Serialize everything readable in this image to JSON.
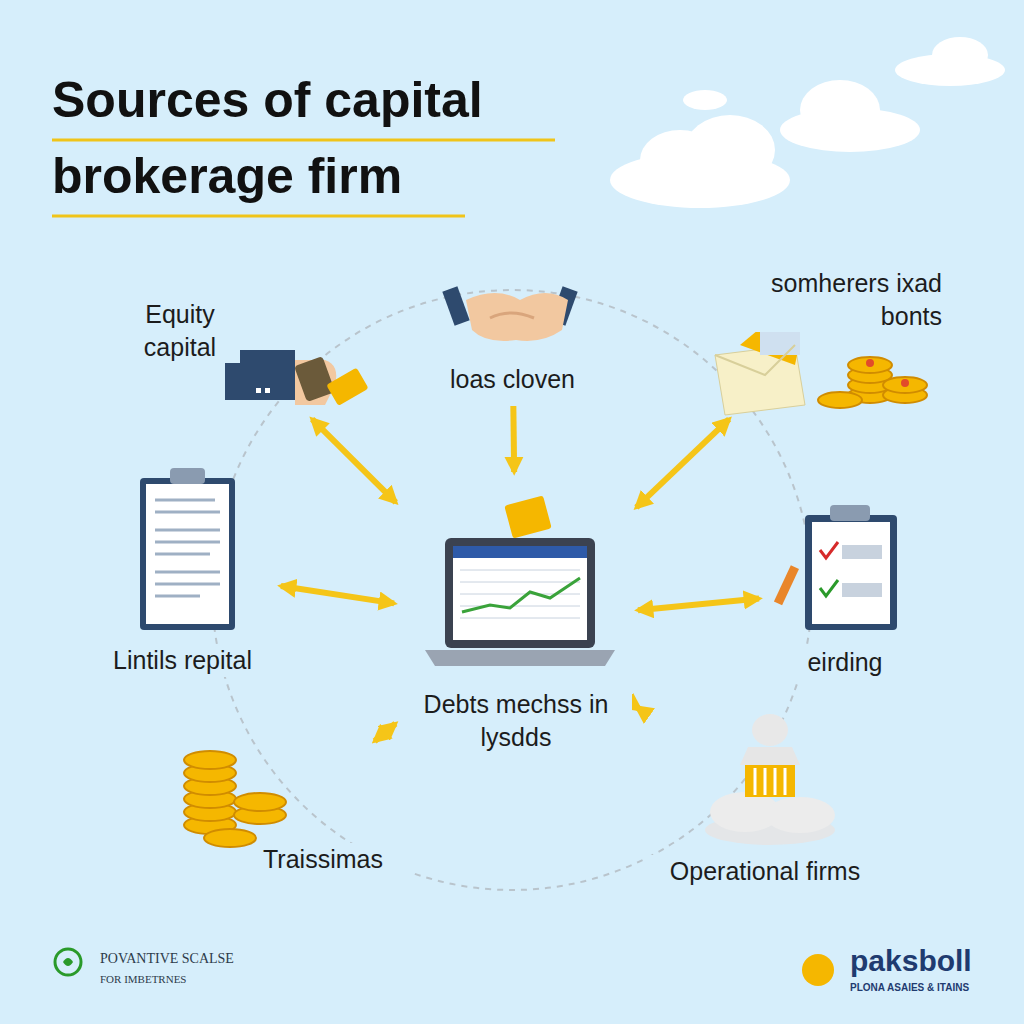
{
  "diagram": {
    "title": "Sources of capital brokerage firm",
    "nodes": [
      {
        "text": [
          "Equity capital"
        ]
      },
      {
        "text": [
          "loas cloven"
        ]
      },
      {
        "text": [
          "somherers ixad bonts"
        ]
      },
      {
        "text": [
          "Lintils repital"
        ]
      },
      {
        "text": [
          "Debts mechss in lysdds"
        ]
      },
      {
        "text": [
          "eirding"
        ]
      },
      {
        "text": [
          "Traissimas"
        ]
      },
      {
        "text": [
          "Operational firms"
        ]
      }
    ],
    "edges": [
      {
        "from": 0,
        "to": 4,
        "arrow": "both"
      },
      {
        "from": 1,
        "to": 4,
        "arrow": "to"
      },
      {
        "from": 2,
        "to": 4,
        "arrow": "both"
      },
      {
        "from": 3,
        "to": 4,
        "arrow": "both"
      },
      {
        "from": 5,
        "to": 4,
        "arrow": "both"
      },
      {
        "from": 6,
        "to": 4,
        "arrow": "both"
      },
      {
        "from": 7,
        "to": 4,
        "arrow": "both"
      }
    ],
    "labels": [
      "POVANTIVE SCALSE",
      "FOR IMBETRNES",
      "paksboll",
      "PLONA ASAIES & ITAINS"
    ]
  }
}
